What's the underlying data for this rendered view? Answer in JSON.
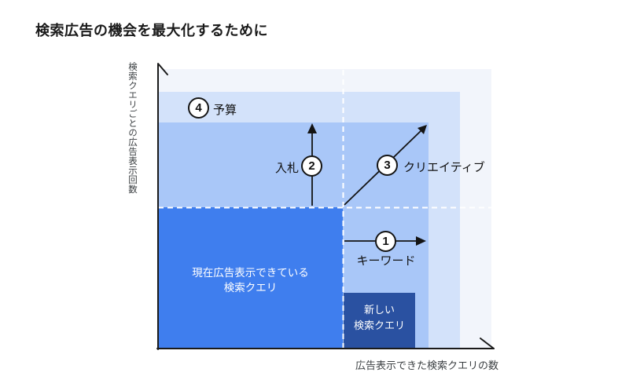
{
  "title": "検索広告の機会を最大化するために",
  "axes": {
    "y_label": "検索クエリごとの広告表示回数",
    "x_label": "広告表示できた検索クエリの数"
  },
  "regions": {
    "current_queries": {
      "line1": "現在広告表示できている",
      "line2": "検索クエリ"
    },
    "new_queries": {
      "line1": "新しい",
      "line2": "検索クエリ"
    }
  },
  "steps": [
    {
      "num": "1",
      "label": "キーワード"
    },
    {
      "num": "2",
      "label": "入札"
    },
    {
      "num": "3",
      "label": "クリエイティブ"
    },
    {
      "num": "4",
      "label": "予算"
    }
  ],
  "colors": {
    "current_region": "#3f7eee",
    "new_queries_box": "#2a51a1",
    "creative_region": "#a9c7f8",
    "budget_region": "#d3e2fa",
    "outer_region": "#f2f5fb",
    "axis": "#1a1a1a",
    "dashed_guides": "#ffffff"
  }
}
